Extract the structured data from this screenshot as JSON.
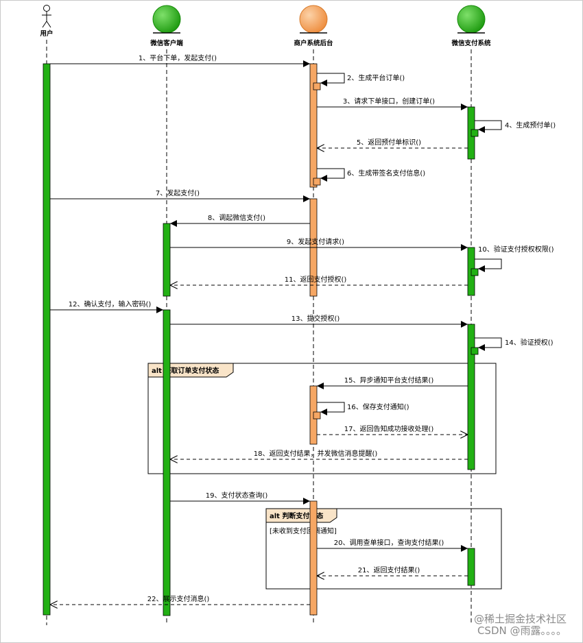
{
  "participants": [
    {
      "id": "user",
      "label": "用户",
      "kind": "actor"
    },
    {
      "id": "wxclient",
      "label": "微信客户端",
      "kind": "entity",
      "color": "#2db31c"
    },
    {
      "id": "merchant",
      "label": "商户系统后台",
      "kind": "entity",
      "color": "#f5a25d"
    },
    {
      "id": "wxpay",
      "label": "微信支付系统",
      "kind": "entity",
      "color": "#2db31c"
    }
  ],
  "colors": {
    "green_activation": "#22b014",
    "orange_activation": "#f6a764",
    "frame_tab": "#f9e4c8",
    "line": "#000000"
  },
  "messages": [
    {
      "n": 1,
      "text": "1、平台下单，发起支付()",
      "from": "user",
      "to": "merchant",
      "style": "sync"
    },
    {
      "n": 2,
      "text": "2、生成平台订单()",
      "from": "merchant",
      "to": "merchant",
      "style": "self"
    },
    {
      "n": 3,
      "text": "3、请求下单接口，创建订单()",
      "from": "merchant",
      "to": "wxpay",
      "style": "sync"
    },
    {
      "n": 4,
      "text": "4、生成预付单()",
      "from": "wxpay",
      "to": "wxpay",
      "style": "self"
    },
    {
      "n": 5,
      "text": "5、返回预付单标识()",
      "from": "wxpay",
      "to": "merchant",
      "style": "reply"
    },
    {
      "n": 6,
      "text": "6、生成带签名支付信息()",
      "from": "merchant",
      "to": "merchant",
      "style": "self"
    },
    {
      "n": 7,
      "text": "7、发起支付()",
      "from": "user",
      "to": "merchant",
      "style": "sync"
    },
    {
      "n": 8,
      "text": "8、调起微信支付()",
      "from": "merchant",
      "to": "wxclient",
      "style": "sync"
    },
    {
      "n": 9,
      "text": "9、发起支付请求()",
      "from": "wxclient",
      "to": "wxpay",
      "style": "sync"
    },
    {
      "n": 10,
      "text": "10、验证支付授权权限()",
      "from": "wxpay",
      "to": "wxpay",
      "style": "self"
    },
    {
      "n": 11,
      "text": "11、返回支付授权()",
      "from": "wxpay",
      "to": "wxclient",
      "style": "reply"
    },
    {
      "n": 12,
      "text": "12、确认支付，输入密码()",
      "from": "user",
      "to": "wxclient",
      "style": "sync"
    },
    {
      "n": 13,
      "text": "13、提交授权()",
      "from": "wxclient",
      "to": "wxpay",
      "style": "sync"
    },
    {
      "n": 14,
      "text": "14、验证授权()",
      "from": "wxpay",
      "to": "wxpay",
      "style": "self"
    },
    {
      "n": 15,
      "text": "15、异步通知平台支付结果()",
      "from": "wxpay",
      "to": "merchant",
      "style": "sync"
    },
    {
      "n": 16,
      "text": "16、保存支付通知()",
      "from": "merchant",
      "to": "merchant",
      "style": "self"
    },
    {
      "n": 17,
      "text": "17、返回告知成功接收处理()",
      "from": "merchant",
      "to": "wxpay",
      "style": "reply"
    },
    {
      "n": 18,
      "text": "18、返回支付结果，并发微信消息提醒()",
      "from": "wxpay",
      "to": "wxclient",
      "style": "reply"
    },
    {
      "n": 19,
      "text": "19、支付状态查询()",
      "from": "wxclient",
      "to": "merchant",
      "style": "sync"
    },
    {
      "n": 20,
      "text": "20、调用查单接口，查询支付结果()",
      "from": "merchant",
      "to": "wxpay",
      "style": "sync"
    },
    {
      "n": 21,
      "text": "21、返回支付结果()",
      "from": "wxpay",
      "to": "merchant",
      "style": "reply"
    },
    {
      "n": 22,
      "text": "22、展示支付消息()",
      "from": "merchant",
      "to": "user",
      "style": "reply"
    }
  ],
  "fragments": [
    {
      "id": "f1",
      "operator": "alt",
      "title": "alt 获取订单支付状态",
      "guard": ""
    },
    {
      "id": "f2",
      "operator": "alt",
      "title": "alt 判断支付状态",
      "guard": "[未收到支付回调通知]"
    }
  ],
  "watermark": {
    "line1": "@稀土掘金技术社区",
    "line2": "CSDN @雨露。。。。"
  }
}
